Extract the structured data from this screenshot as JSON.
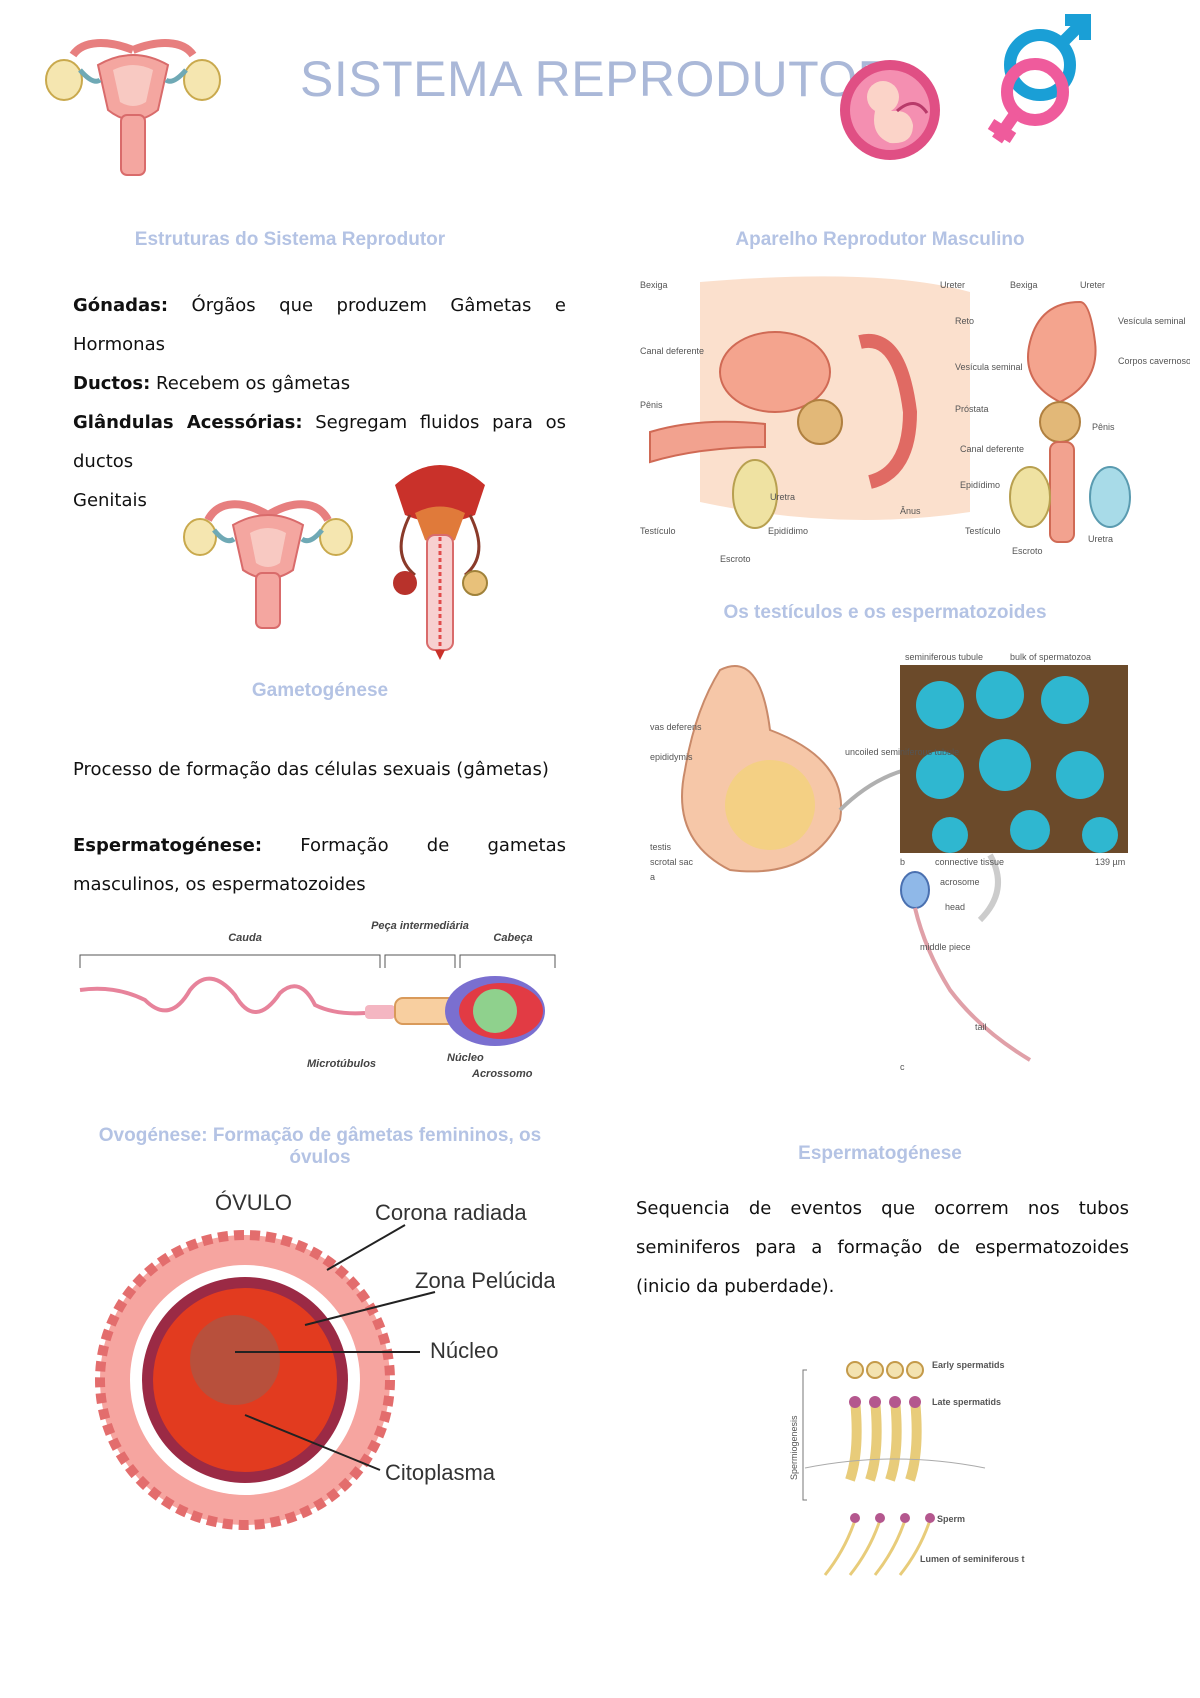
{
  "title": "SISTEMA REPRODUTOR",
  "sections": {
    "estruturas": {
      "heading": "Estruturas do Sistema Reprodutor",
      "items": [
        {
          "term": "Gónadas:",
          "text": " Órgãos que produzem Gâmetas e Hormonas"
        },
        {
          "term": "Ductos:",
          "text": " Recebem os gâmetas"
        },
        {
          "term": "Glândulas Acessórias:",
          "text": " Segregam fluidos para os ductos"
        },
        {
          "term": "",
          "text": "Genitais"
        }
      ]
    },
    "masculino": {
      "heading": "Aparelho Reprodutor Masculino",
      "labels": [
        "Bexiga",
        "Ureter",
        "Reto",
        "Canal deferente",
        "Vesícula seminal",
        "Próstata",
        "Pênis",
        "Uretra",
        "Ânus",
        "Testículo",
        "Epidídimo",
        "Escroto",
        "Bexiga",
        "Ureter",
        "Vesícula seminal",
        "Corpos cavernosos",
        "Pênis",
        "Canal deferente",
        "Epidídimo",
        "Testículo",
        "Escroto",
        "Uretra"
      ]
    },
    "testiculos": {
      "heading": "Os testículos e os espermatozoides",
      "labels": [
        "seminiferous tubule",
        "bulk of spermatozoa",
        "vas deferens",
        "epididymis",
        "uncoiled seminiferous tubule",
        "testis",
        "scrotal sac",
        "a",
        "b",
        "connective tissue",
        "139 µm",
        "acrosome",
        "head",
        "middle piece",
        "tail",
        "c"
      ]
    },
    "gametogenese": {
      "heading": "Gametogénese",
      "text": "Processo de formação das células sexuais (gâmetas)",
      "term": "Espermatogénese:",
      "term_text": " Formação de gametas masculinos, os espermatozoides",
      "sperm_labels": {
        "tail": "Cauda",
        "mid": "Peça intermediária",
        "head": "Cabeça",
        "micro": "Microtúbulos",
        "nucleus": "Núcleo",
        "acrosome": "Acrossomo"
      }
    },
    "ovogenese": {
      "heading": "Ovogénese: Formação de gâmetas femininos, os óvulos",
      "labels": {
        "title": "ÓVULO",
        "corona": "Corona radiada",
        "zona": "Zona Pelúcida",
        "nucleo": "Núcleo",
        "citoplasma": "Citoplasma"
      }
    },
    "espermatogenese": {
      "heading": "Espermatogénese",
      "text": "Sequencia de eventos que ocorrem nos tubos seminiferos para a formação de espermatozoides (inicio da puberdade).",
      "labels": {
        "early": "Early spermatids",
        "late": "Late spermatids",
        "sperm": "Sperm",
        "lumen": "Lumen of seminiferous tubule",
        "axis": "Spermiogenesis"
      }
    }
  },
  "colors": {
    "title": "#aab8d8",
    "heading": "#b4c3e4",
    "female_pink": "#f4a6a0",
    "male_blue": "#1a9fd6",
    "female_symbol": "#ef5b9c"
  }
}
